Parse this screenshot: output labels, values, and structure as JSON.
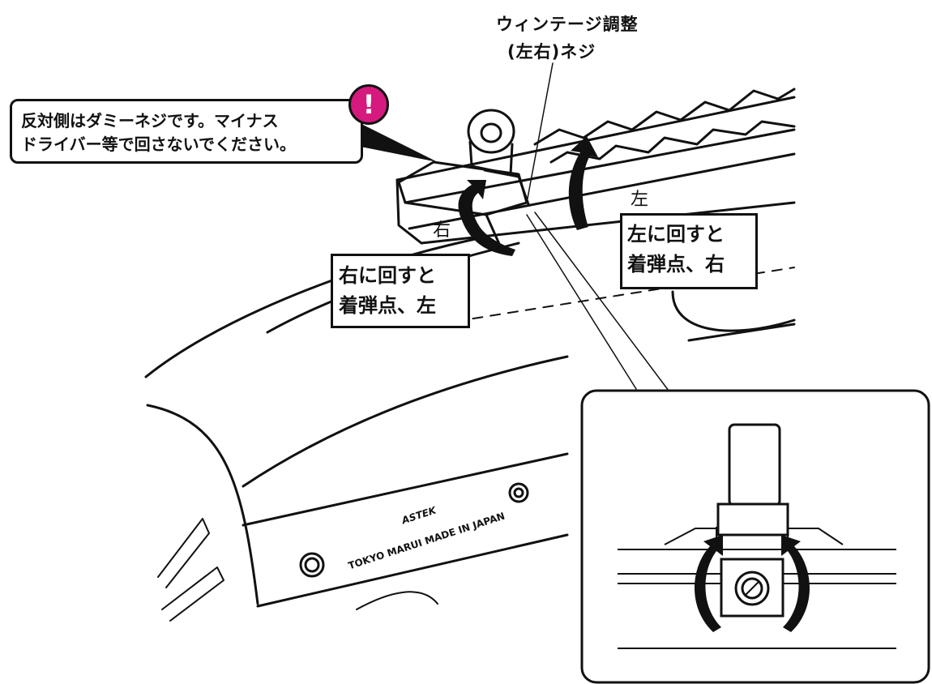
{
  "title": {
    "line1": "ウィンテージ調整",
    "line2": "(左右)ネジ"
  },
  "warning": {
    "line1": "反対側はダミーネジです。マイナス",
    "line2": "ドライバー等で回さないでください。",
    "badge": "!",
    "badge_color": "#d6197f"
  },
  "notes": {
    "right_turn": {
      "line1": "右に回すと",
      "line2": "着弾点、左"
    },
    "left_turn": {
      "line1": "左に回すと",
      "line2": "着弾点、右"
    }
  },
  "direction_labels": {
    "right": "右",
    "left": "左"
  },
  "product_marking": {
    "brand": "ASTEK",
    "line": "TOKYO MARUI  MADE IN JAPAN"
  },
  "icons": [
    "alert-exclamation-icon",
    "rotate-arrow-icon"
  ]
}
